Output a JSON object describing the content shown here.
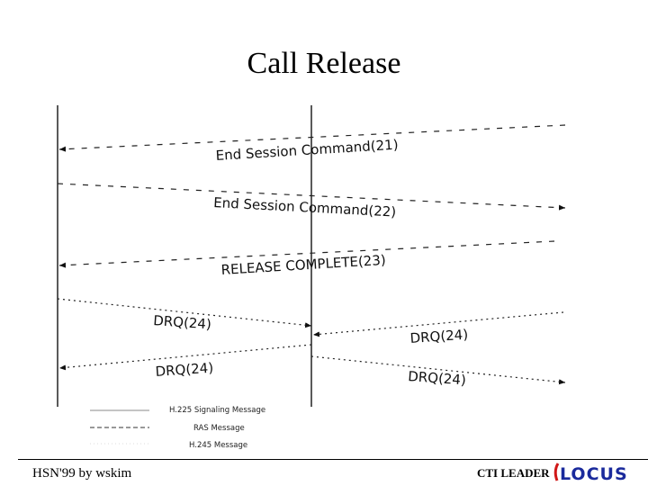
{
  "title": "Call Release",
  "messages": [
    {
      "label": "End Session Command(21)"
    },
    {
      "label": "End Session Command(22)"
    },
    {
      "label": "RELEASE COMPLETE(23)"
    },
    {
      "label": "DRQ(24)"
    },
    {
      "label": "DRQ(24)"
    },
    {
      "label": "DRQ(24)"
    },
    {
      "label": "DRQ(24)"
    }
  ],
  "legend": {
    "signaling": "H.225 Signaling Message",
    "ras": "RAS Message",
    "h245": "H.245 Message"
  },
  "footer": {
    "left": "HSN'99 by wskim",
    "right": "CTI LEADER",
    "logo_text": "LOCUS"
  },
  "colors": {
    "logo_blue": "#1a2a9c",
    "logo_red": "#d01818"
  }
}
